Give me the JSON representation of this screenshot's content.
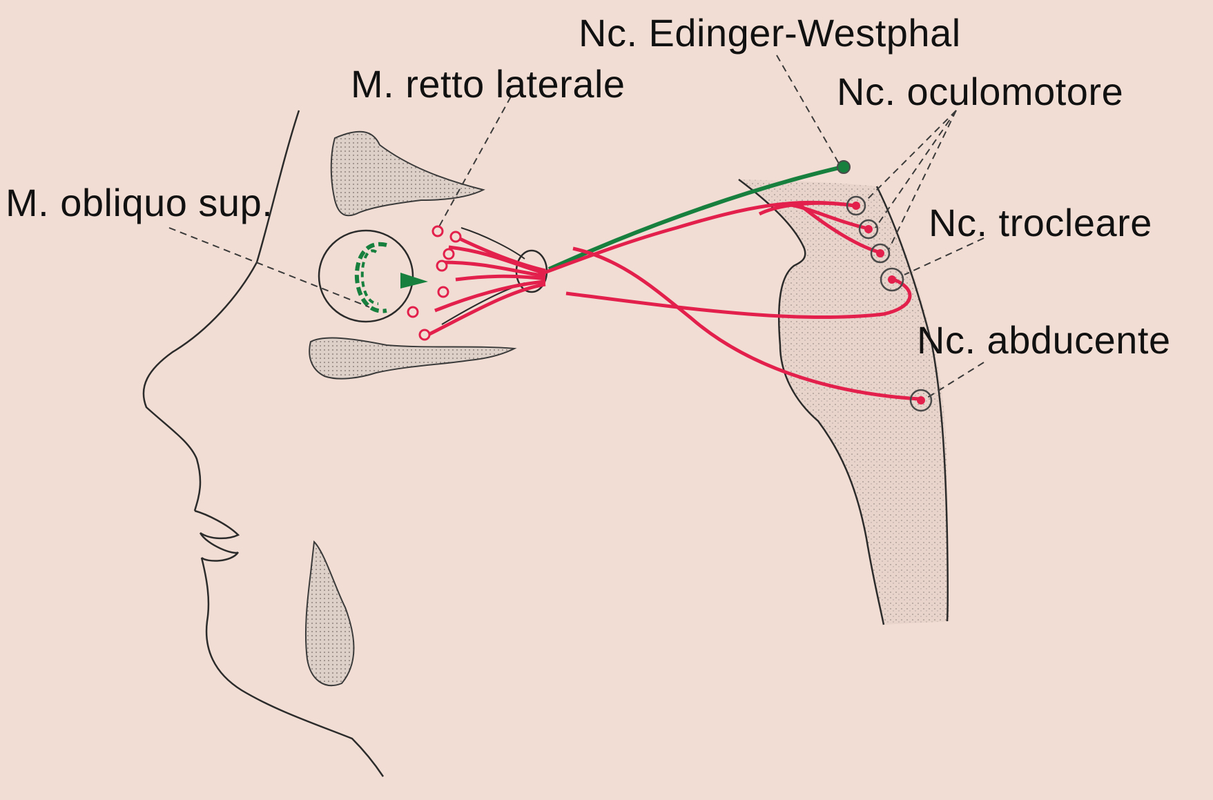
{
  "labels": {
    "edinger_westphal": "Nc. Edinger-Westphal",
    "retto_laterale": "M. retto laterale",
    "oculomotore": "Nc. oculomotore",
    "obliquo_sup": "M. obliquo sup.",
    "trocleare": "Nc. trocleare",
    "abducente": "Nc. abducente"
  },
  "colors": {
    "background": "#f1ddd3",
    "motor_nerve": "#e2204b",
    "parasympathetic_nerve": "#17803e",
    "outline": "#2b2b2b",
    "bone_shading": "#c9bab3"
  }
}
